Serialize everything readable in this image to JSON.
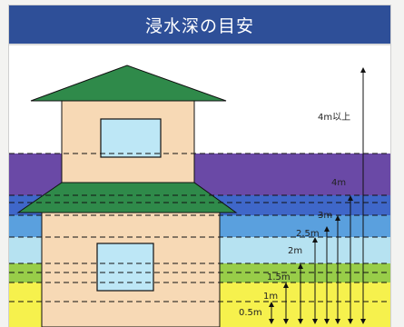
{
  "header": {
    "title": "浸水深の目安"
  },
  "colors": {
    "header_bg": "#2e4f98",
    "above_4m": "#6a49a6",
    "band_3_4": "#3f67c9",
    "band_2_3": "#5aa0de",
    "band_1_2": "#b6e2f1",
    "band_0_5_1": "#98cd49",
    "band_0_0_5": "#f6f14d",
    "roof": "#2f8a4a",
    "wall": "#f7d9b5",
    "window": "#bde7f6",
    "line": "#111111"
  },
  "depth_levels": [
    {
      "id": "0.5m",
      "label": "0.5m",
      "meters": 0.5
    },
    {
      "id": "1m",
      "label": "1m",
      "meters": 1
    },
    {
      "id": "1.5m",
      "label": "1.5m",
      "meters": 1.5
    },
    {
      "id": "2m",
      "label": "2m",
      "meters": 2
    },
    {
      "id": "2.5m",
      "label": "2.5m",
      "meters": 2.5
    },
    {
      "id": "3m",
      "label": "3m",
      "meters": 3
    },
    {
      "id": "4m",
      "label": "4m",
      "meters": 4
    },
    {
      "id": "4m_plus",
      "label": "4m以上",
      "meters": 4.5
    }
  ]
}
